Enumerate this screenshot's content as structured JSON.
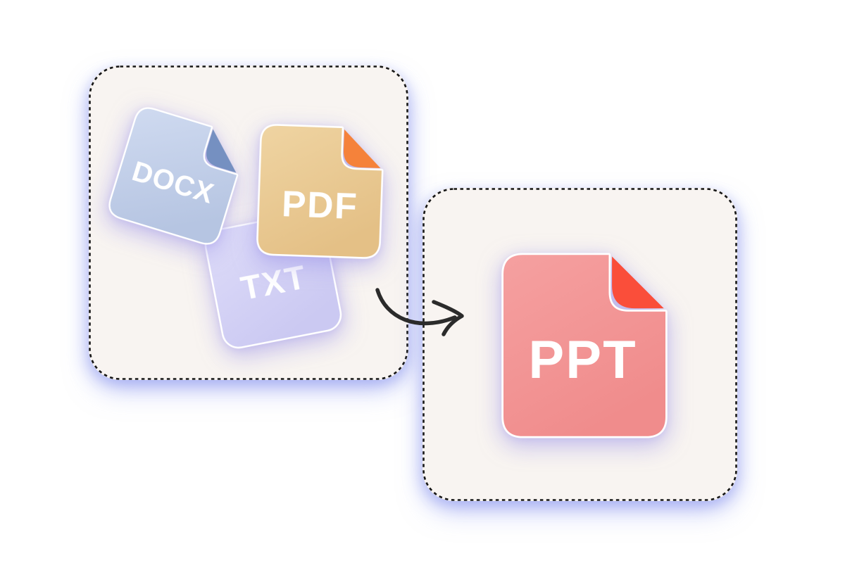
{
  "illustration": {
    "background": "#ffffff",
    "panels": {
      "fill": "#f8f4f1",
      "border_color": "#161616",
      "glow_color": "rgba(150,160,242,0.5)"
    },
    "files": {
      "docx": {
        "label": "DOCX",
        "body": "#b6c5e2",
        "body_light": "#cfdaf0",
        "fold": "#7590c1"
      },
      "pdf": {
        "label": "PDF",
        "body": "#e4c086",
        "body_light": "#efd4a2",
        "fold": "#f5823a"
      },
      "txt": {
        "label": "TXT",
        "body": "#cbc9f2",
        "body_light": "#dedcf9"
      },
      "ppt": {
        "label": "PPT",
        "body": "#f08c8c",
        "body_light": "#f5a0a0",
        "fold": "#fa4e3a"
      }
    },
    "label_color": "#ffffff",
    "stroke_color": "#ffffff",
    "arrow_color": "#2b2b2b"
  }
}
